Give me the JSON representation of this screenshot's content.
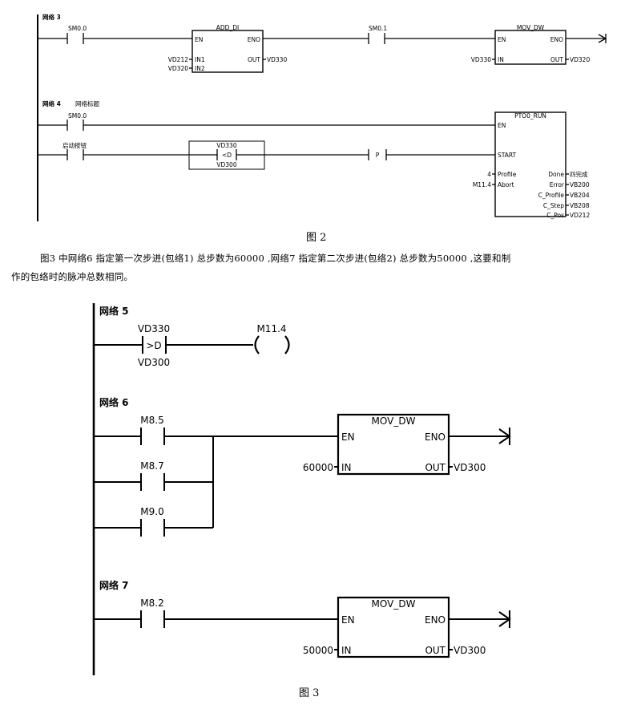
{
  "figure2": {
    "caption": "图 2",
    "network3": {
      "title": "网络 3",
      "contact1": "SM0.0",
      "box1": {
        "title": "ADD_DI",
        "en": "EN",
        "eno": "ENO",
        "in1": "IN1",
        "in2": "IN2",
        "out": "OUT",
        "in1_val": "VD212",
        "in2_val": "VD320",
        "out_val": "VD330"
      },
      "contact2": "SM0.1",
      "box2": {
        "title": "MOV_DW",
        "en": "EN",
        "eno": "ENO",
        "in": "IN",
        "out": "OUT",
        "in_val": "VD330",
        "out_val": "VD320"
      }
    },
    "network4": {
      "title": "网络 4",
      "comment": "网络标题",
      "contact1": "SM0.0",
      "contact2": "启动按钮",
      "compare": {
        "top": "VD330",
        "op": "<D",
        "bottom": "VD300"
      },
      "p_label": "P",
      "box": {
        "title": "PTO0_RUN",
        "en": "EN",
        "start": "START",
        "inputs": [
          {
            "name": "Profile",
            "val": "4"
          },
          {
            "name": "Abort",
            "val": "M11.4"
          }
        ],
        "outputs": [
          {
            "name": "Done",
            "val": "四完成"
          },
          {
            "name": "Error",
            "val": "VB200"
          },
          {
            "name": "C_Profile",
            "val": "VB204"
          },
          {
            "name": "C_Step",
            "val": "VB208"
          },
          {
            "name": "C_Pos",
            "val": "VD212"
          }
        ]
      }
    }
  },
  "paragraph": {
    "line1": "图3 中网络6 指定第一次步进(包络1) 总步数为60000 ,网络7 指定第二次步进(包络2) 总步数为50000 ,这要和制",
    "line2": "作的包络时的脉冲总数相同。"
  },
  "figure3": {
    "caption": "图 3",
    "network5": {
      "title": "网络 5",
      "cmp_top": "VD330",
      "cmp_op": ">D",
      "cmp_bottom": "VD300",
      "coil": "M11.4"
    },
    "network6": {
      "title": "网络 6",
      "contacts": [
        "M8.5",
        "M8.7",
        "M9.0"
      ],
      "box": {
        "title": "MOV_DW",
        "en": "EN",
        "eno": "ENO",
        "in": "IN",
        "out": "OUT",
        "in_val": "60000",
        "out_val": "VD300"
      }
    },
    "network7": {
      "title": "网络 7",
      "contact": "M8.2",
      "box": {
        "title": "MOV_DW",
        "en": "EN",
        "eno": "ENO",
        "in": "IN",
        "out": "OUT",
        "in_val": "50000",
        "out_val": "VD300"
      }
    }
  }
}
